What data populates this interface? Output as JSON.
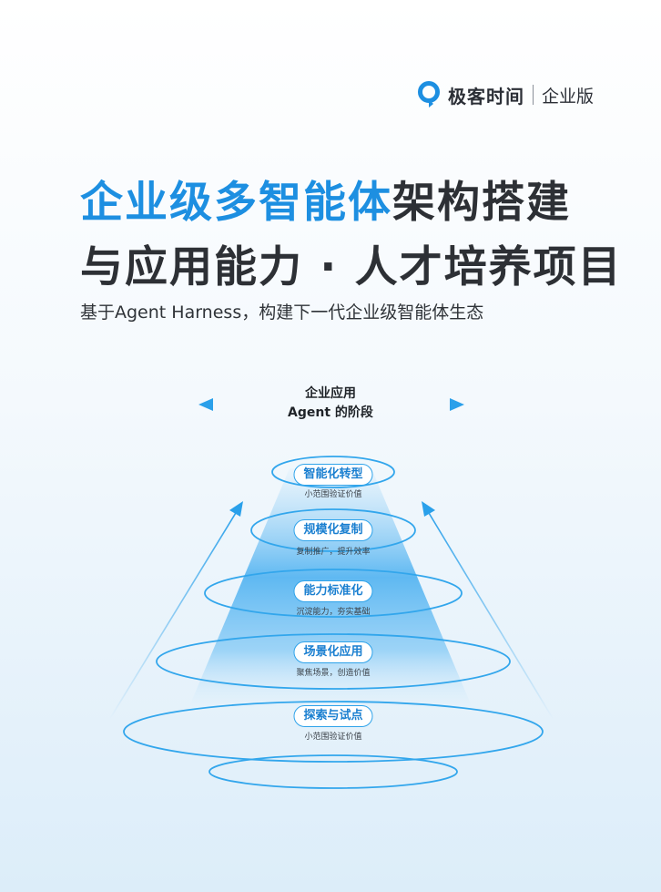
{
  "brand": {
    "name": "极客时间",
    "edition": "企业版",
    "icon": "geektime-q-logo-icon"
  },
  "title": {
    "line1_blue": "企业级多智能体",
    "line1_dark": "架构搭建",
    "line2": "与应用能力 · 人才培养项目"
  },
  "subtitle": "基于Agent Harness，构建下一代企业级智能体生态",
  "diagram": {
    "heading_line1": "企业应用",
    "heading_line2": "Agent 的阶段",
    "levels": [
      {
        "label": "智能化转型",
        "desc": "小范围验证价值"
      },
      {
        "label": "规模化复制",
        "desc": "复制推广，提升效率"
      },
      {
        "label": "能力标准化",
        "desc": "沉淀能力，夯实基础"
      },
      {
        "label": "场景化应用",
        "desc": "聚焦场景，创造价值"
      },
      {
        "label": "探索与试点",
        "desc": "小范围验证价值"
      }
    ],
    "colors": {
      "accent": "#1d8fe1",
      "ring": "#32a6ec",
      "text_dark": "#2d3035"
    }
  }
}
